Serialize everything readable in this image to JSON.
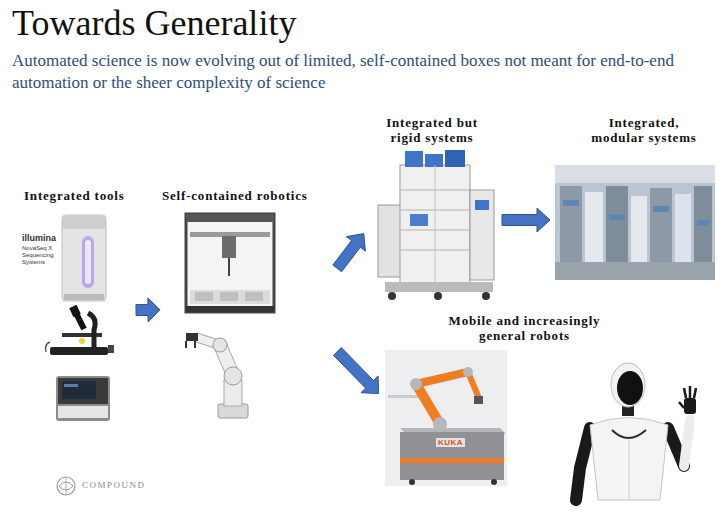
{
  "diagram": {
    "title": "Towards Generality",
    "caption": "Automated science is now evolving out of limited, self-contained boxes not meant for end-to-end automation or the sheer complexity of science",
    "nodes": [
      {
        "text": [
          "Integrated tools"
        ]
      },
      {
        "text": [
          "Self-contained robotics"
        ]
      },
      {
        "text": [
          "Integrated but rigid systems"
        ]
      },
      {
        "text": [
          "Integrated, modular systems"
        ]
      },
      {
        "text": [
          "Mobile and increasingly general robots"
        ]
      }
    ],
    "edges": [
      {
        "from": 0,
        "to": 1,
        "arrow": "to"
      },
      {
        "from": 1,
        "to": 2,
        "arrow": "to"
      },
      {
        "from": 2,
        "to": 3,
        "arrow": "to"
      },
      {
        "from": 1,
        "to": 4,
        "arrow": "to"
      }
    ],
    "labels": [
      "illumina",
      "NovaSeq X Sequencing Systems",
      "KUKA",
      "COMPOUND"
    ]
  }
}
